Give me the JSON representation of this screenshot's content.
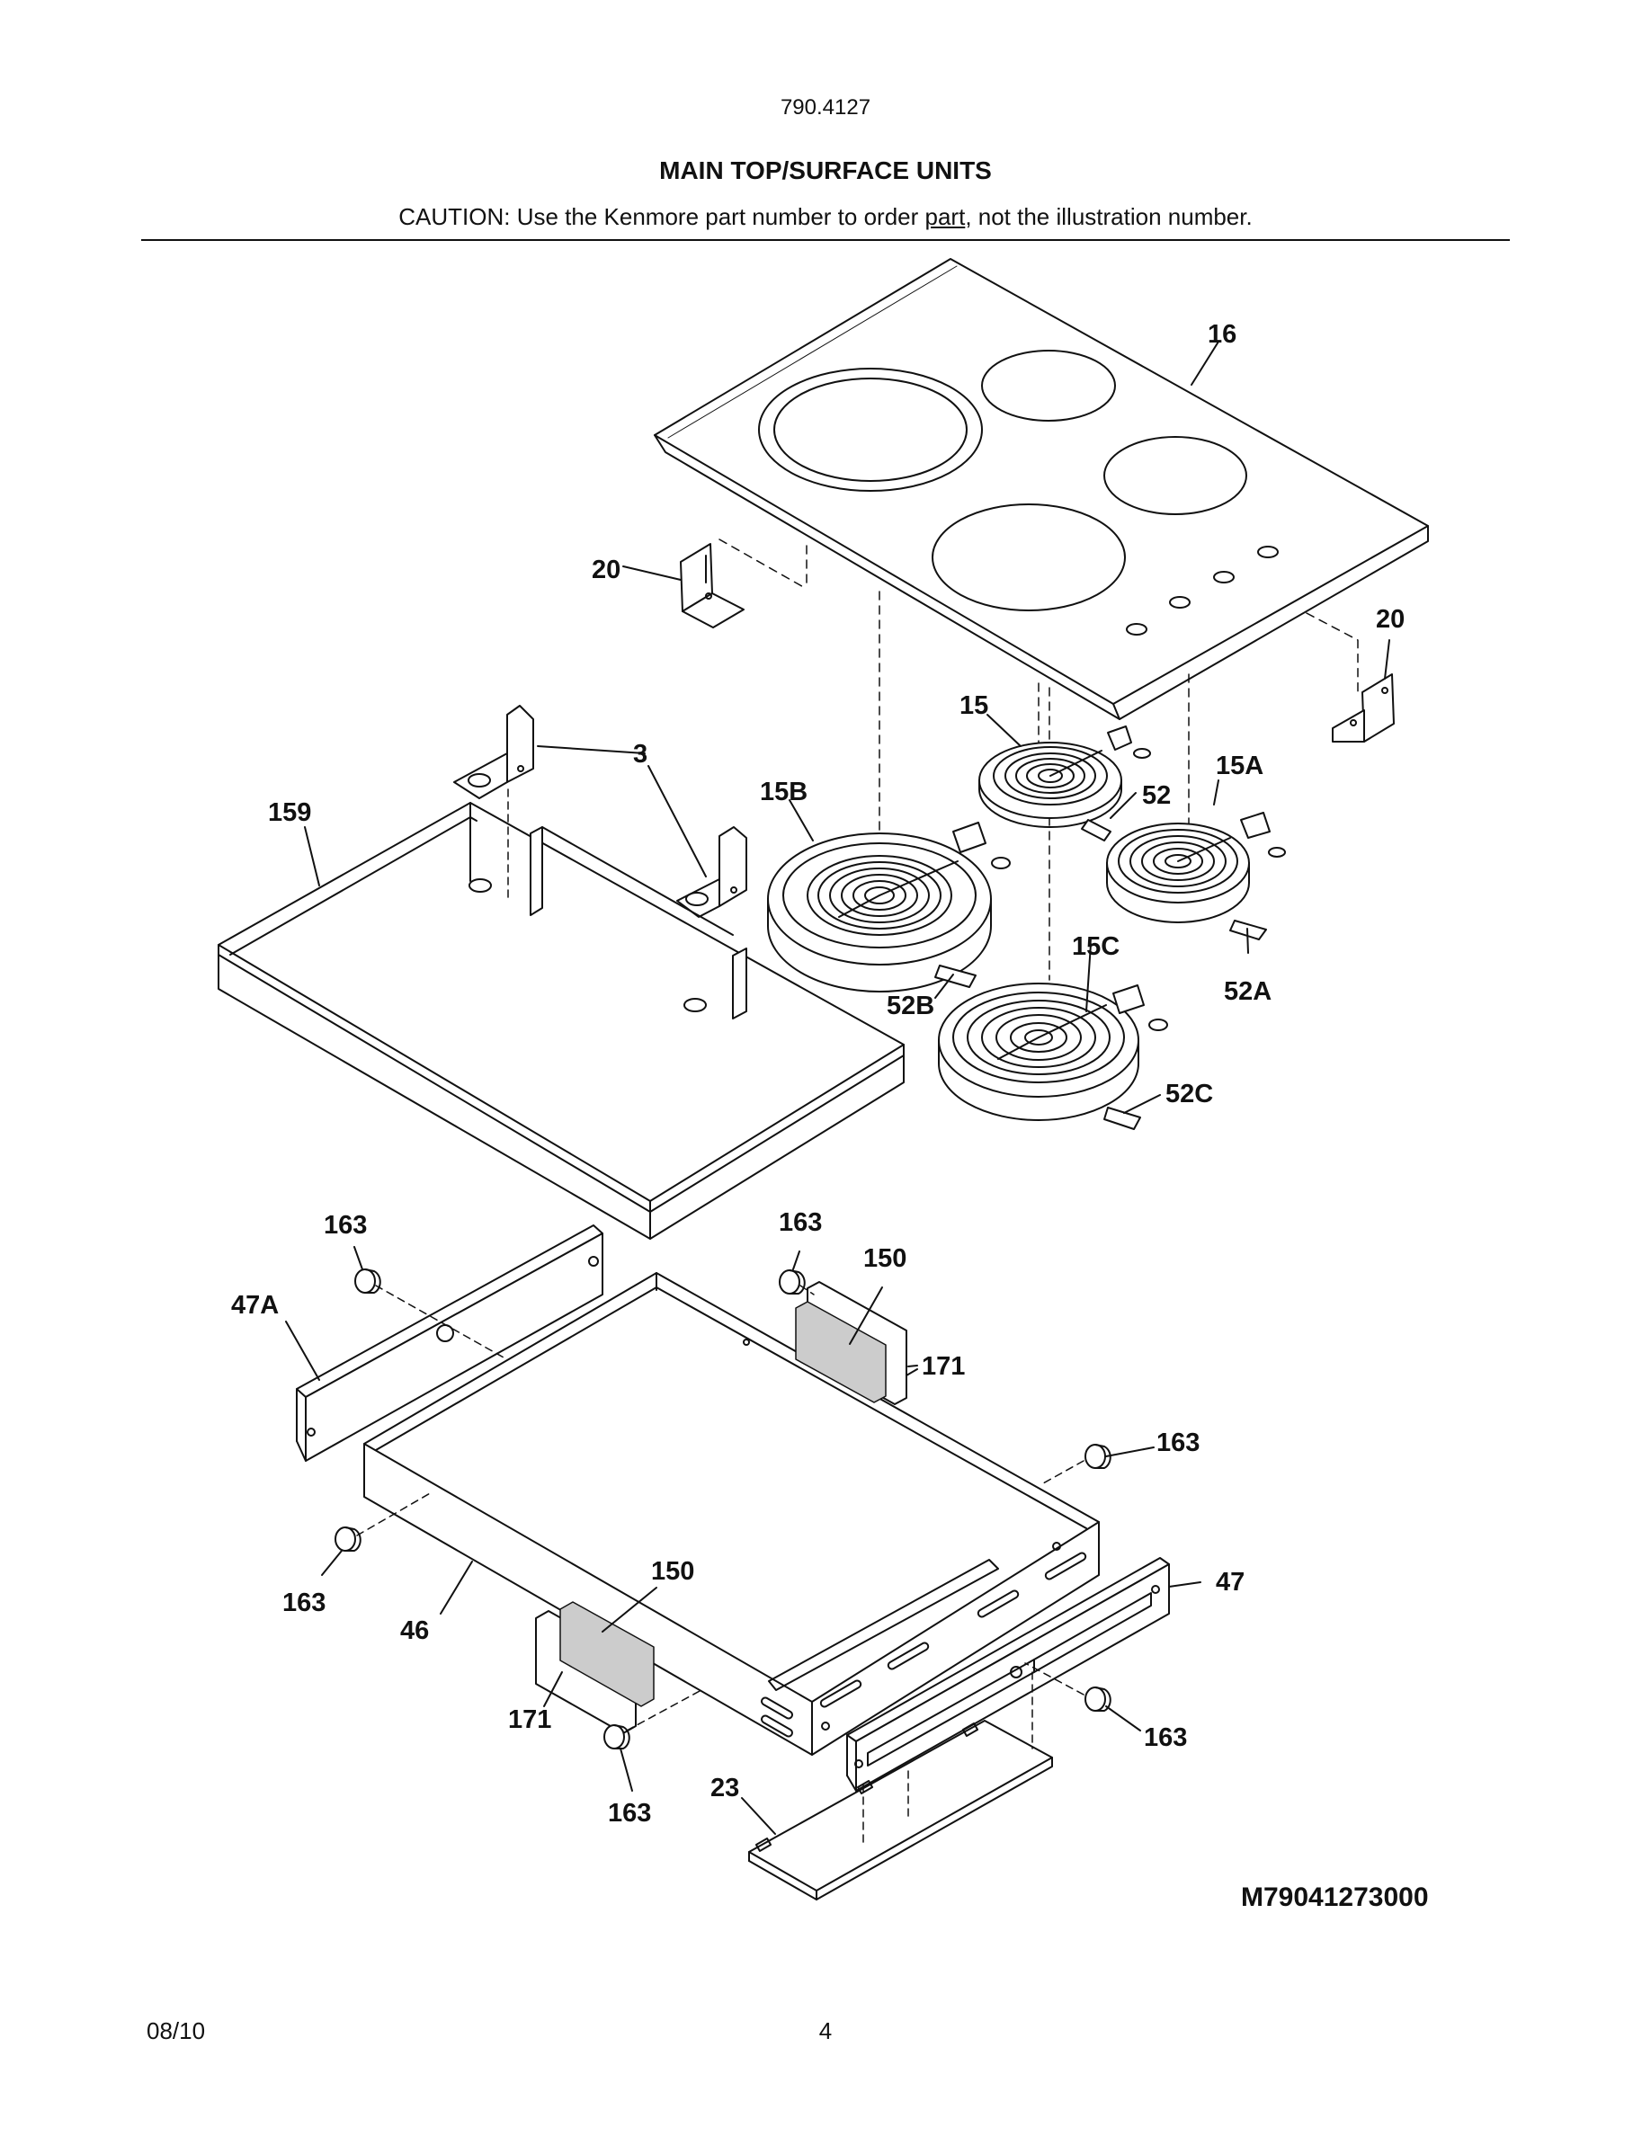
{
  "header": {
    "model_number": "790.4127",
    "title": "MAIN TOP/SURFACE UNITS",
    "caution_before": "CAUTION: Use the Kenmore part number to order ",
    "caution_underlined": "part",
    "caution_after": ", not the illustration number."
  },
  "callouts": {
    "c16": "16",
    "c20a": "20",
    "c20b": "20",
    "c15": "15",
    "c15A": "15A",
    "c52": "52",
    "c3": "3",
    "c159": "159",
    "c15B": "15B",
    "c52B": "52B",
    "c15C": "15C",
    "c52A": "52A",
    "c52C": "52C",
    "c163a": "163",
    "c163b": "163",
    "c150a": "150",
    "c47A": "47A",
    "c171a": "171",
    "c163c": "163",
    "c163d": "163",
    "c150b": "150",
    "c47": "47",
    "c46": "46",
    "c171b": "171",
    "c163e": "163",
    "c163f": "163",
    "c23": "23"
  },
  "drawing_number": "M79041273000",
  "footer": {
    "date": "08/10",
    "page": "4"
  }
}
